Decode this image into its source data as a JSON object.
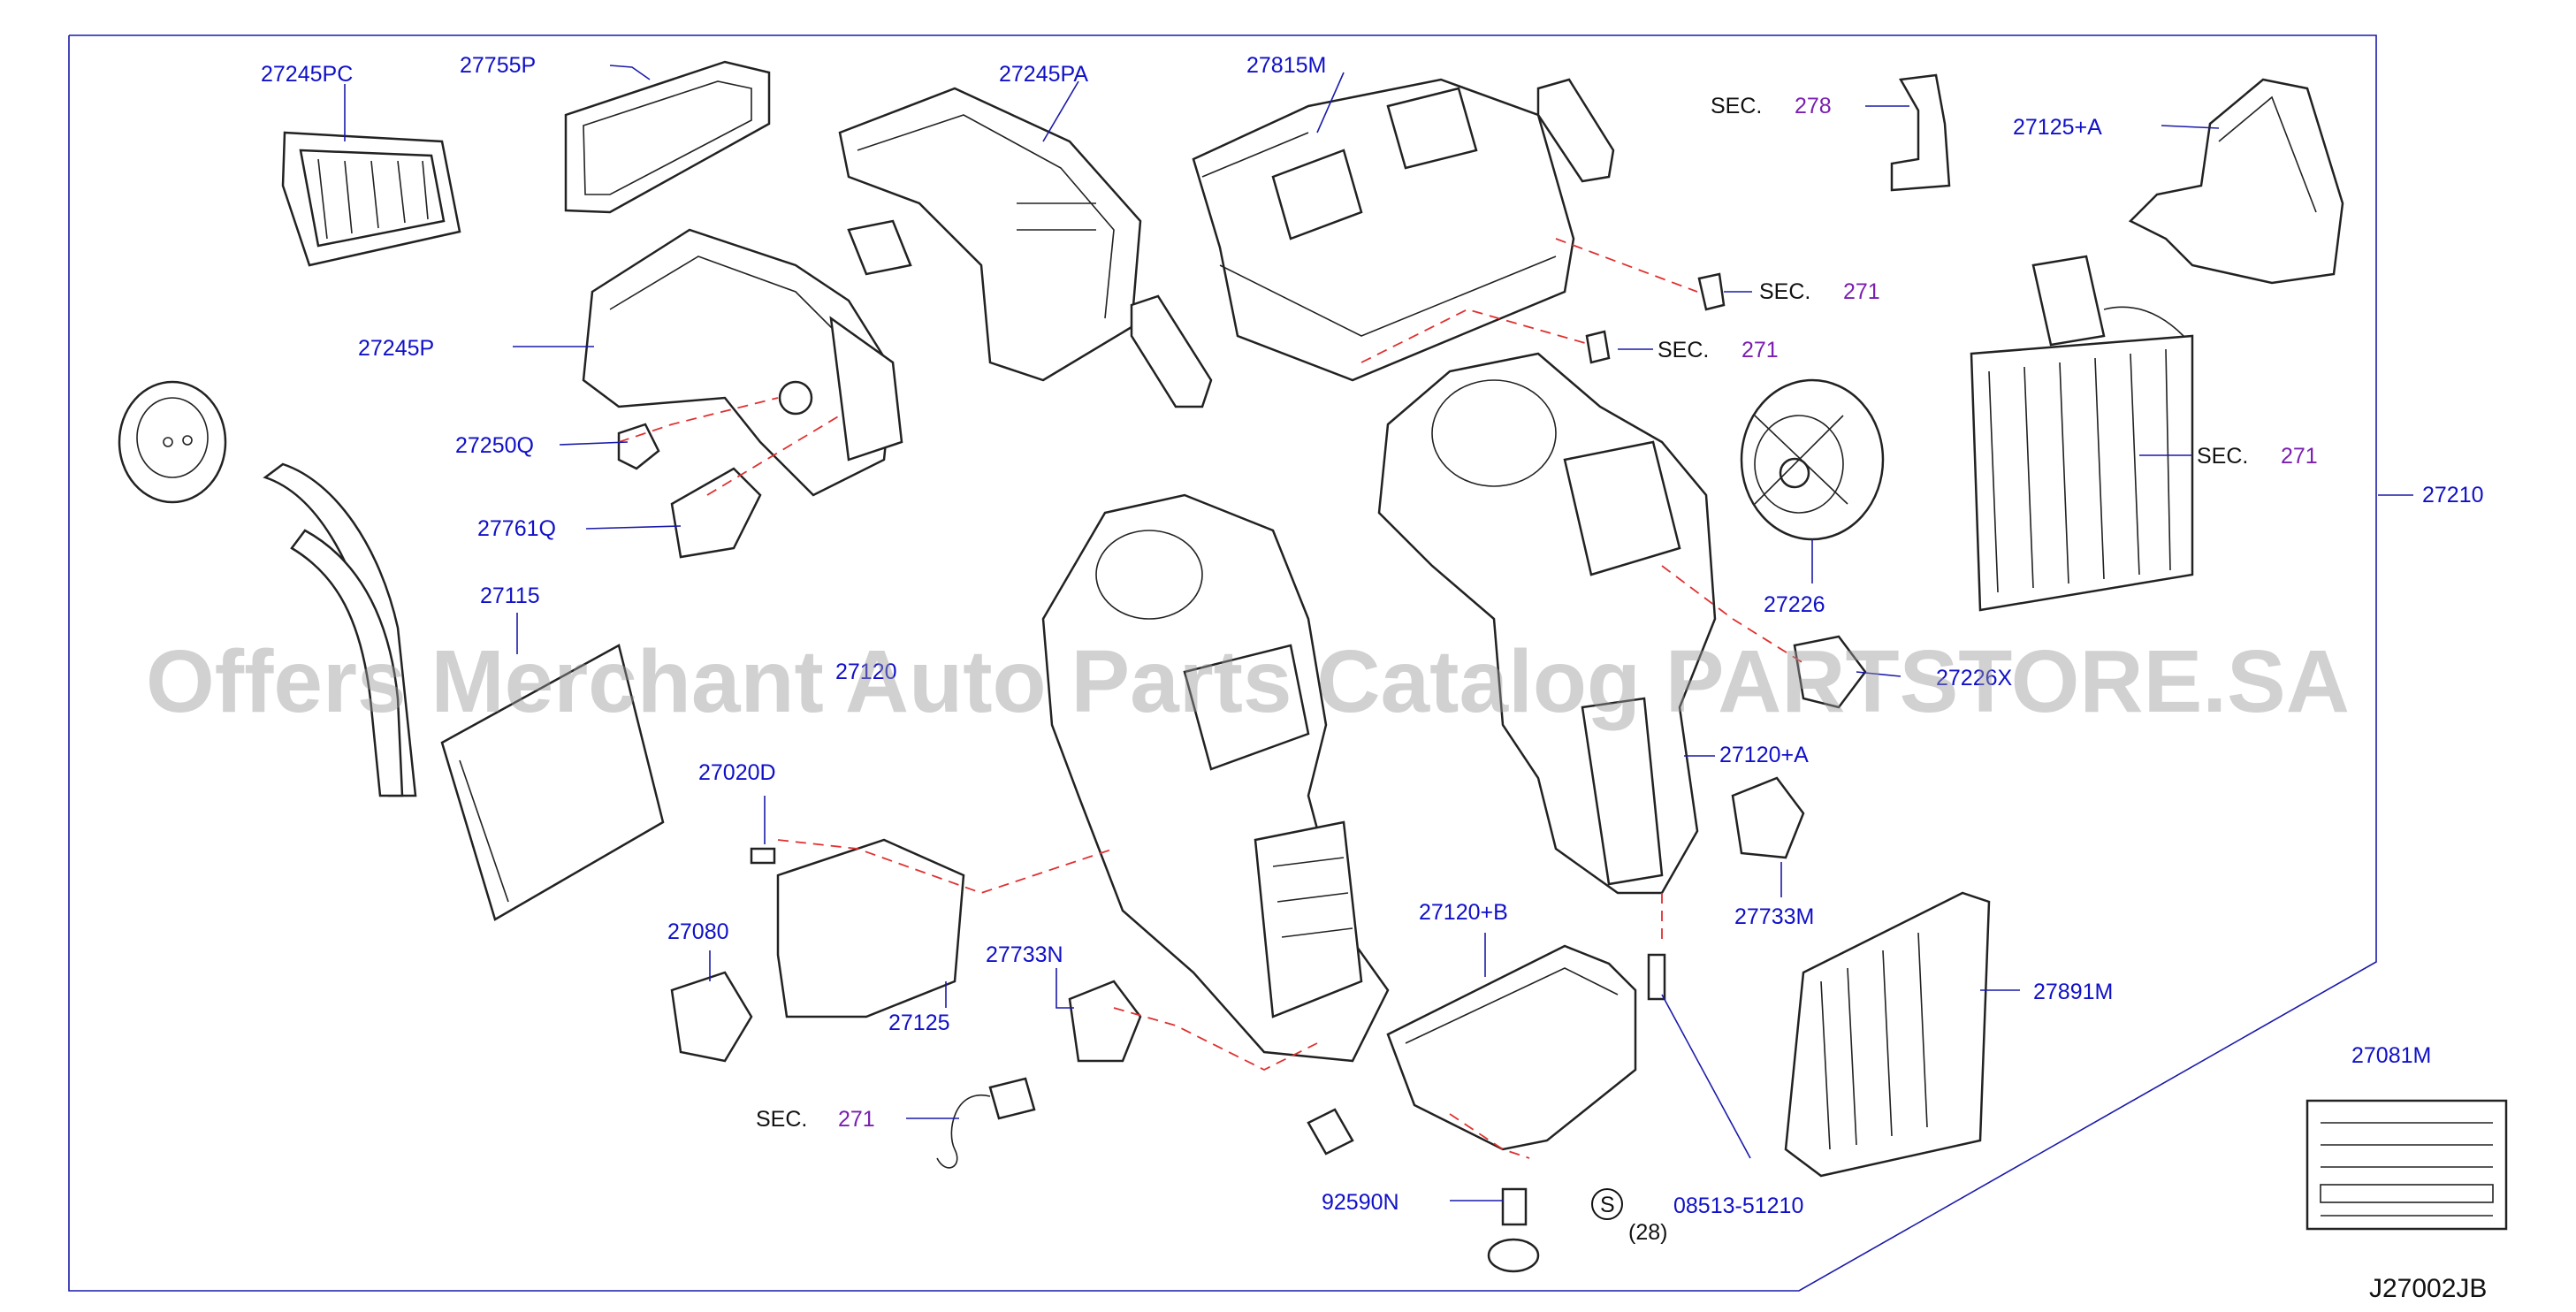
{
  "diagram_code": "J27002JB",
  "watermark": "Offers Merchant Auto Parts Catalog PARTSTORE.SA",
  "section_word": "SEC.",
  "parts": {
    "p27245PC": "27245PC",
    "p27755P": "27755P",
    "p27245PA": "27245PA",
    "p27815M": "27815M",
    "p27125A": "27125+A",
    "p27245P": "27245P",
    "p27250Q": "27250Q",
    "p27761Q": "27761Q",
    "p27115": "27115",
    "p27120": "27120",
    "p27226": "27226",
    "p27226X": "27226X",
    "p27210": "27210",
    "p27120A": "27120+A",
    "p27020D": "27020D",
    "p27080": "27080",
    "p27125": "27125",
    "p27733N": "27733N",
    "p27733M": "27733M",
    "p27120B": "27120+B",
    "p27891M": "27891M",
    "p27081M": "27081M",
    "p92590N": "92590N",
    "bolt_code": "08513-51210",
    "bolt_qty": "(28)",
    "bolt_symbol": "S"
  },
  "sections": {
    "s278": "278",
    "s271_a": "271",
    "s271_b": "271",
    "s271_c": "271",
    "s271_d": "271"
  },
  "colors": {
    "part_label": "#1010c8",
    "section_ref": "#7a1fb0",
    "dashed_ref": "#e03030",
    "outline": "#222222"
  }
}
